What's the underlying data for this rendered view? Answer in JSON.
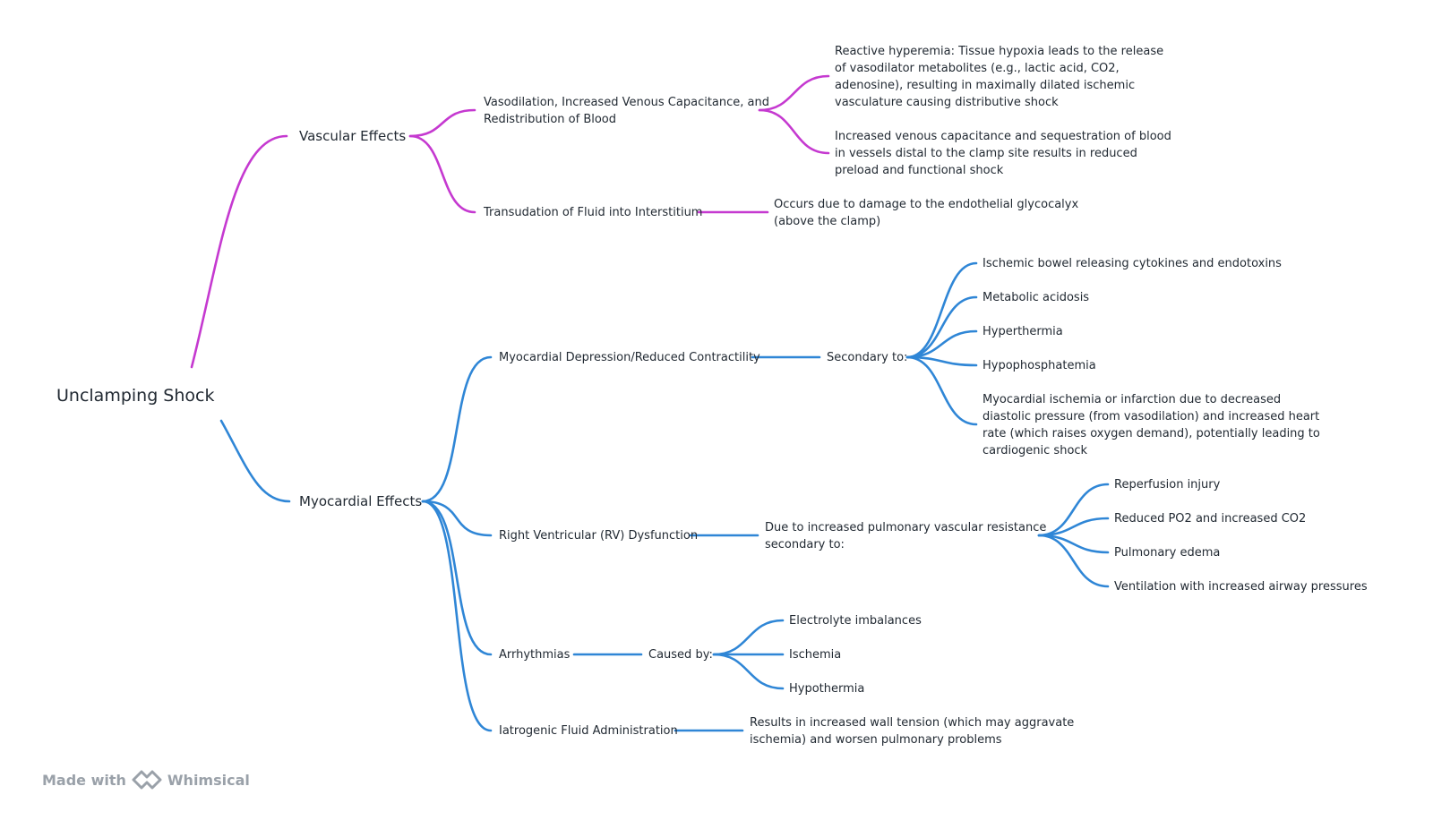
{
  "diagram": {
    "root": "Unclamping Shock",
    "vascular": {
      "label": "Vascular Effects",
      "vasodilation": {
        "label": "Vasodilation, Increased Venous Capacitance, and\nRedistribution of Blood",
        "hyperemia": "Reactive hyperemia: Tissue hypoxia leads to the release\nof vasodilator metabolites (e.g., lactic acid, CO2,\nadenosine), resulting in maximally dilated ischemic\nvasculature causing distributive shock",
        "capacitance": "Increased venous capacitance and sequestration of blood\nin vessels distal to the clamp site results in reduced\npreload and functional shock"
      },
      "transudation": {
        "label": "Transudation of Fluid into Interstitium",
        "detail": "Occurs due to damage to the endothelial glycocalyx\n(above the clamp)"
      }
    },
    "myocardial": {
      "label": "Myocardial Effects",
      "depression": {
        "label": "Myocardial Depression/Reduced Contractility",
        "secondary": "Secondary to:",
        "causes": [
          "Ischemic bowel releasing cytokines and endotoxins",
          "Metabolic acidosis",
          "Hyperthermia",
          "Hypophosphatemia",
          "Myocardial ischemia or infarction due to decreased\ndiastolic pressure (from vasodilation) and increased heart\nrate (which raises oxygen demand), potentially leading to\ncardiogenic shock"
        ]
      },
      "rv": {
        "label": "Right Ventricular (RV) Dysfunction",
        "due": "Due to increased pulmonary vascular resistance\nsecondary to:",
        "causes": [
          "Reperfusion injury",
          "Reduced PO2 and increased CO2",
          "Pulmonary edema",
          "Ventilation with increased airway pressures"
        ]
      },
      "arrhythmias": {
        "label": "Arrhythmias",
        "caused": "Caused by:",
        "causes": [
          "Electrolyte imbalances",
          "Ischemia",
          "Hypothermia"
        ]
      },
      "fluid": {
        "label": "Iatrogenic Fluid Administration",
        "detail": "Results in increased wall tension (which may aggravate\nischemia) and worsen pulmonary problems"
      }
    },
    "colors": {
      "vascular": "#c539d0",
      "myocardial": "#2f86d6"
    }
  },
  "footer": {
    "made_with": "Made with",
    "brand": "Whimsical",
    "logo_icon": "whimsical-logo-icon"
  }
}
